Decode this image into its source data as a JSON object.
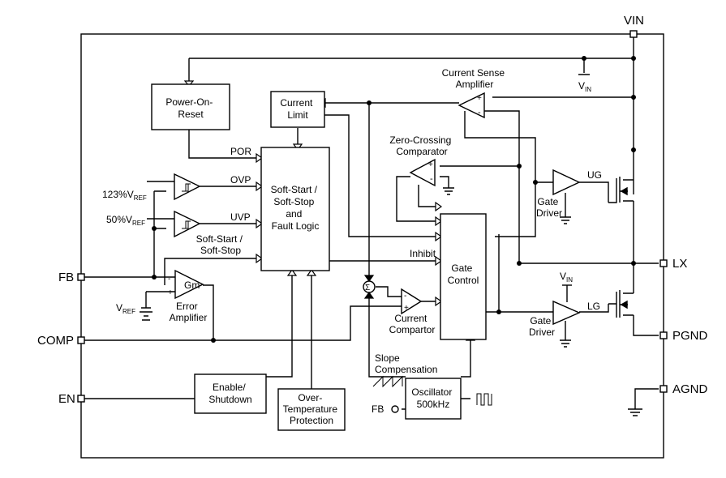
{
  "pins": {
    "vin": "VIN",
    "lx": "LX",
    "pgnd": "PGND",
    "agnd": "AGND",
    "fb": "FB",
    "comp": "COMP",
    "en": "EN"
  },
  "blocks": {
    "por": [
      "Power-On-",
      "Reset"
    ],
    "current_limit": [
      "Current",
      "Limit"
    ],
    "soft_start_logic": [
      "Soft-Start /",
      "Soft-Stop",
      "and",
      "Fault Logic"
    ],
    "gate_control": [
      "Gate",
      "Control"
    ],
    "enable": [
      "Enable/",
      "Shutdown"
    ],
    "otp": [
      "Over-",
      "Temperature",
      "Protection"
    ],
    "oscillator": [
      "Oscillator",
      "500kHz"
    ]
  },
  "labels": {
    "current_sense": [
      "Current Sense",
      "Amplifier"
    ],
    "zero_crossing": [
      "Zero-Crossing",
      "Comparator"
    ],
    "gate_driver_upper": [
      "Gate",
      "Driver"
    ],
    "gate_driver_lower": [
      "Gate",
      "Driver"
    ],
    "ug": "UG",
    "lg": "LG",
    "vin_main": "V",
    "vin_sub": "IN",
    "vin2_main": "V",
    "vin2_sub": "IN",
    "por_sig": "POR",
    "ovp_sig": "OVP",
    "uvp_sig": "UVP",
    "soft_ss": [
      "Soft-Start /",
      "Soft-Stop"
    ],
    "inhibit": "Inhibit",
    "ref123_main": "123%V",
    "ref123_sub": "REF",
    "ref50_main": "50%V",
    "ref50_sub": "REF",
    "vref_main": "V",
    "vref_sub": "REF",
    "gm": "Gm",
    "error_amp": [
      "Error",
      "Amplifier"
    ],
    "current_comp": [
      "Current",
      "Compartor"
    ],
    "slope_comp": [
      "Slope",
      "Compensation"
    ],
    "fb_osc": "FB",
    "plus": "+",
    "minus": "-"
  }
}
